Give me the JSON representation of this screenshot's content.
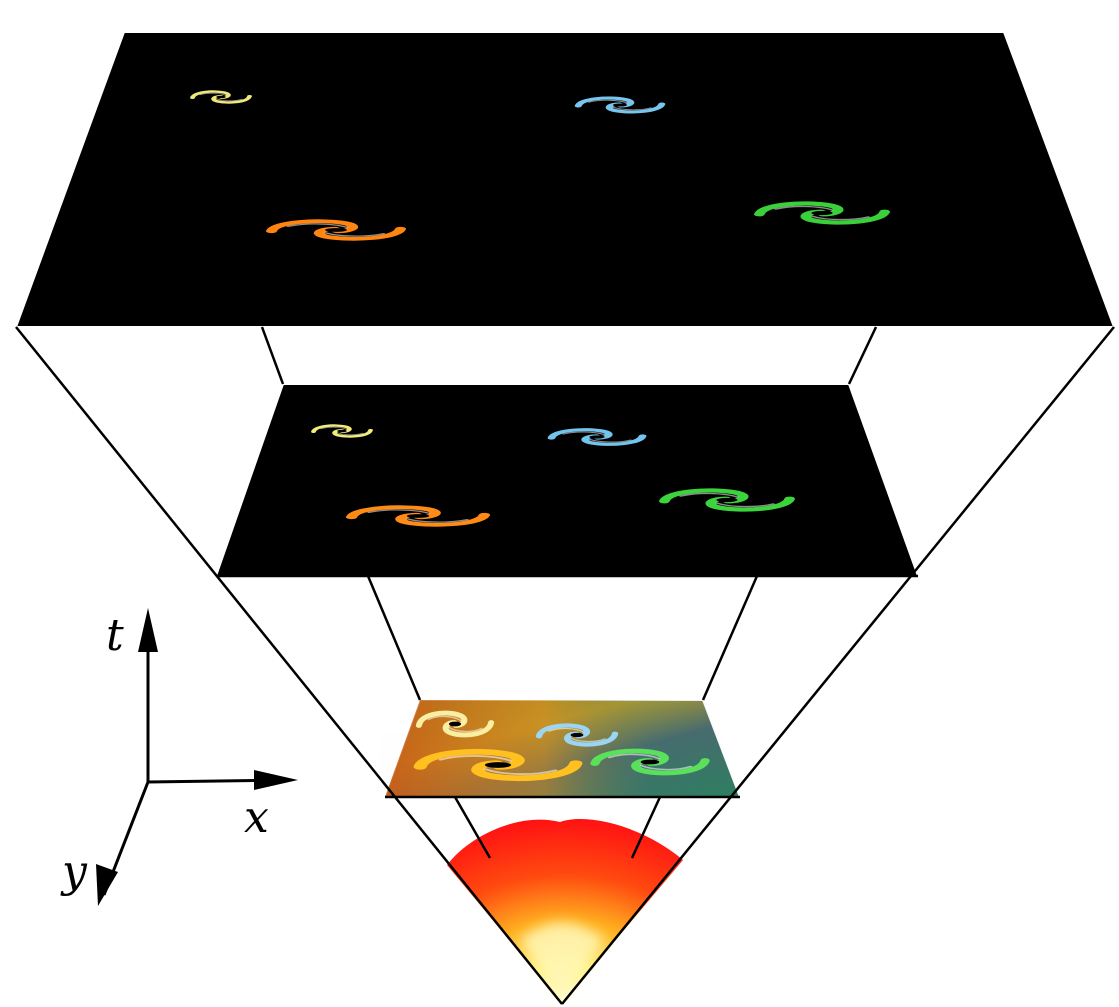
{
  "axes": {
    "t_label": "t",
    "x_label": "x",
    "y_label": "y"
  },
  "colors": {
    "background": "#000000",
    "lines": "#000000",
    "panel_edge": "#ffffff",
    "galaxy_yellow": "#f4ee88",
    "galaxy_blue": "#7cc8ee",
    "galaxy_orange": "#ff7a10",
    "galaxy_green": "#3cd23c",
    "big_bang_core": "#fffbd0",
    "big_bang_outer": "#ff1010"
  },
  "galaxies": [
    {
      "name": "yellow",
      "icon": "yellow-spiral-galaxy-icon"
    },
    {
      "name": "blue",
      "icon": "blue-spiral-galaxy-icon"
    },
    {
      "name": "orange",
      "icon": "orange-spiral-galaxy-icon"
    },
    {
      "name": "green",
      "icon": "green-spiral-galaxy-icon"
    }
  ]
}
